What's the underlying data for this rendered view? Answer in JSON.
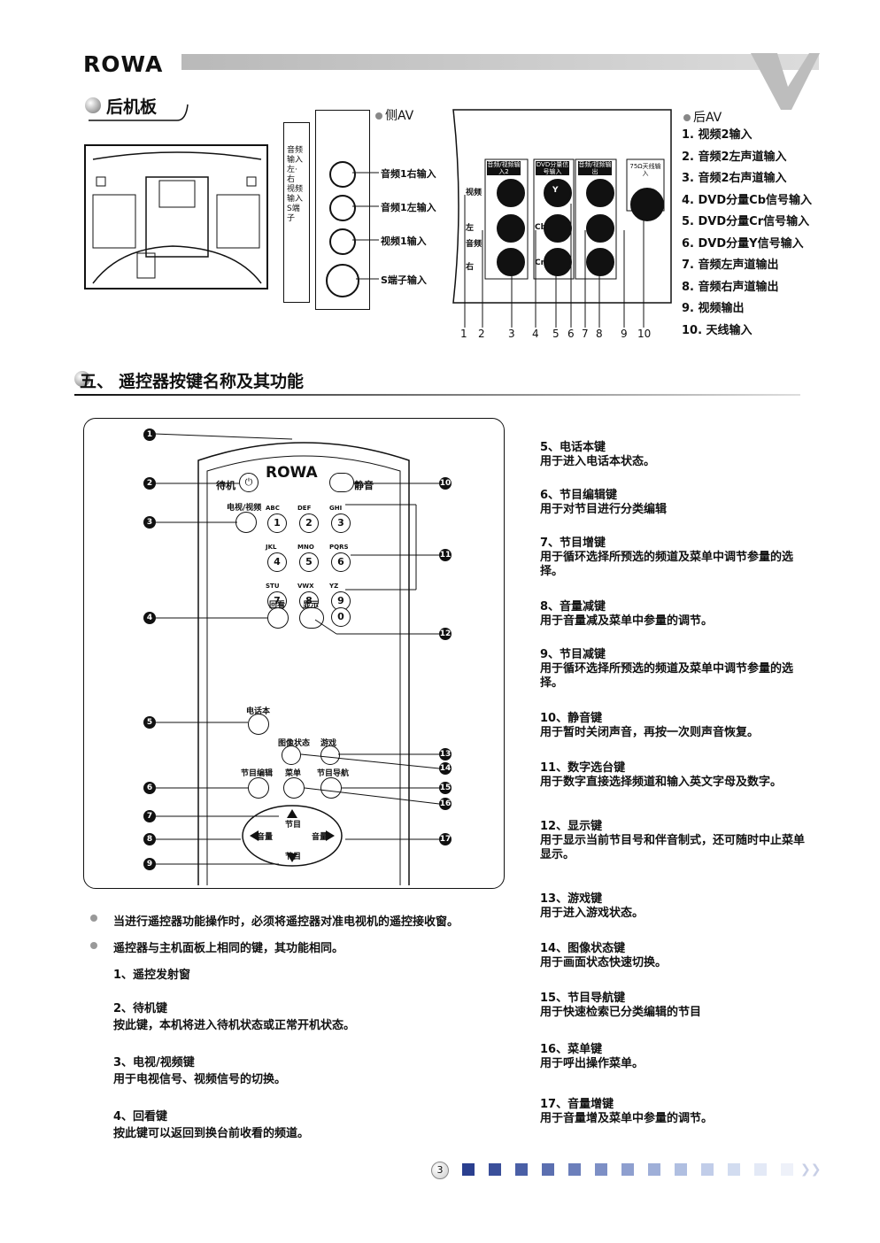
{
  "header": {
    "logo": "ROWA",
    "page_number": "3"
  },
  "rear_panel": {
    "title": "后机板",
    "side_av": {
      "label": "侧AV",
      "panel_vertical_text": "音频输入左·右  视频输入  S端子",
      "inputs": [
        "音频1右输入",
        "音频1左输入",
        "视频1输入",
        "S端子输入"
      ]
    },
    "rear_av": {
      "label": "后AV",
      "items": [
        "1. 视频2输入",
        "2. 音频2左声道输入",
        "3. 音频2右声道输入",
        "4. DVD分量Cb信号输入",
        "5. DVD分量Cr信号输入",
        "6. DVD分量Y信号输入",
        "7. 音频左声道输出",
        "8. 音频右声道输出",
        "9. 视频输出",
        "10. 天线输入"
      ],
      "panel_labels": [
        "音频/视频输入2",
        "DVD分量信号输入",
        "音频/视频输出",
        "75Ω天线输入"
      ],
      "side_letters": [
        "视频",
        "左",
        "音频",
        "右"
      ],
      "jack_letters": [
        "Y",
        "Cb",
        "Cr"
      ],
      "numbers": [
        "1",
        "2",
        "3",
        "4",
        "5",
        "6",
        "7",
        "8",
        "9",
        "10"
      ]
    }
  },
  "section5": {
    "prefix": "五、",
    "title": "遥控器按键名称及其功能"
  },
  "remote": {
    "brand": "ROWA",
    "labels": {
      "standby": "待机",
      "mute": "静音",
      "tv_av": "电视/视频",
      "recall": "回看",
      "display": "显示",
      "phonebook": "电话本",
      "picture_mode": "图像状态",
      "game": "游戏",
      "menu": "菜单",
      "prog_edit": "节目编辑",
      "prog_nav": "节目导航",
      "prog": "节目",
      "vol": "音量"
    },
    "keys": [
      {
        "n": "1",
        "sub": "ABC"
      },
      {
        "n": "2",
        "sub": "DEF"
      },
      {
        "n": "3",
        "sub": "GHI"
      },
      {
        "n": "4",
        "sub": "JKL"
      },
      {
        "n": "5",
        "sub": "MNO"
      },
      {
        "n": "6",
        "sub": "PQRS"
      },
      {
        "n": "7",
        "sub": "STU"
      },
      {
        "n": "8",
        "sub": "VWX"
      },
      {
        "n": "9",
        "sub": "YZ"
      },
      {
        "n": "0",
        "sub": ""
      }
    ],
    "callouts": [
      "1",
      "2",
      "3",
      "4",
      "5",
      "6",
      "7",
      "8",
      "9",
      "10",
      "11",
      "12",
      "13",
      "14",
      "15",
      "16",
      "17"
    ]
  },
  "notes": [
    "当进行遥控器功能操作时，必须将遥控器对准电视机的遥控接收窗。",
    "遥控器与主机面板上相同的键，其功能相同。"
  ],
  "left_descriptions": [
    {
      "title": "1、遥控发射窗",
      "body": ""
    },
    {
      "title": "2、待机键",
      "body": "按此键，本机将进入待机状态或正常开机状态。"
    },
    {
      "title": "3、电视/视频键",
      "body": "用于电视信号、视频信号的切换。"
    },
    {
      "title": "4、回看键",
      "body": "按此键可以返回到换台前收看的频道。"
    }
  ],
  "right_descriptions": [
    {
      "title": "5、电话本键",
      "body": "用于进入电话本状态。"
    },
    {
      "title": "6、节目编辑键",
      "body": "用于对节目进行分类编辑"
    },
    {
      "title": "7、节目增键",
      "body": "用于循环选择所预选的频道及菜单中调节参量的选择。"
    },
    {
      "title": "8、音量减键",
      "body": "用于音量减及菜单中参量的调节。"
    },
    {
      "title": "9、节目减键",
      "body": "用于循环选择所预选的频道及菜单中调节参量的选择。"
    },
    {
      "title": "10、静音键",
      "body": "用于暂时关闭声音，再按一次则声音恢复。"
    },
    {
      "title": "11、数字选台键",
      "body": "用于数字直接选择频道和输入英文字母及数字。"
    },
    {
      "title": "12、显示键",
      "body": "用于显示当前节目号和伴音制式，还可随时中止菜单显示。"
    },
    {
      "title": "13、游戏键",
      "body": "用于进入游戏状态。"
    },
    {
      "title": "14、图像状态键",
      "body": "用于画面状态快速切换。"
    },
    {
      "title": "15、节目导航键",
      "body": "用于快速检索已分类编辑的节目"
    },
    {
      "title": "16、菜单键",
      "body": "用于呼出操作菜单。"
    },
    {
      "title": "17、音量增键",
      "body": "用于音量增及菜单中参量的调节。"
    }
  ],
  "footer_squares": {
    "colors": [
      "#2a3f8f",
      "#3a4f9a",
      "#4a5fa6",
      "#5b6fb0",
      "#6c7fbb",
      "#7d8fc5",
      "#8e9fcf",
      "#9fafd8",
      "#b0bfe1",
      "#c1cde9",
      "#d2dcf0",
      "#e3e9f6",
      "#eef1f9"
    ]
  }
}
